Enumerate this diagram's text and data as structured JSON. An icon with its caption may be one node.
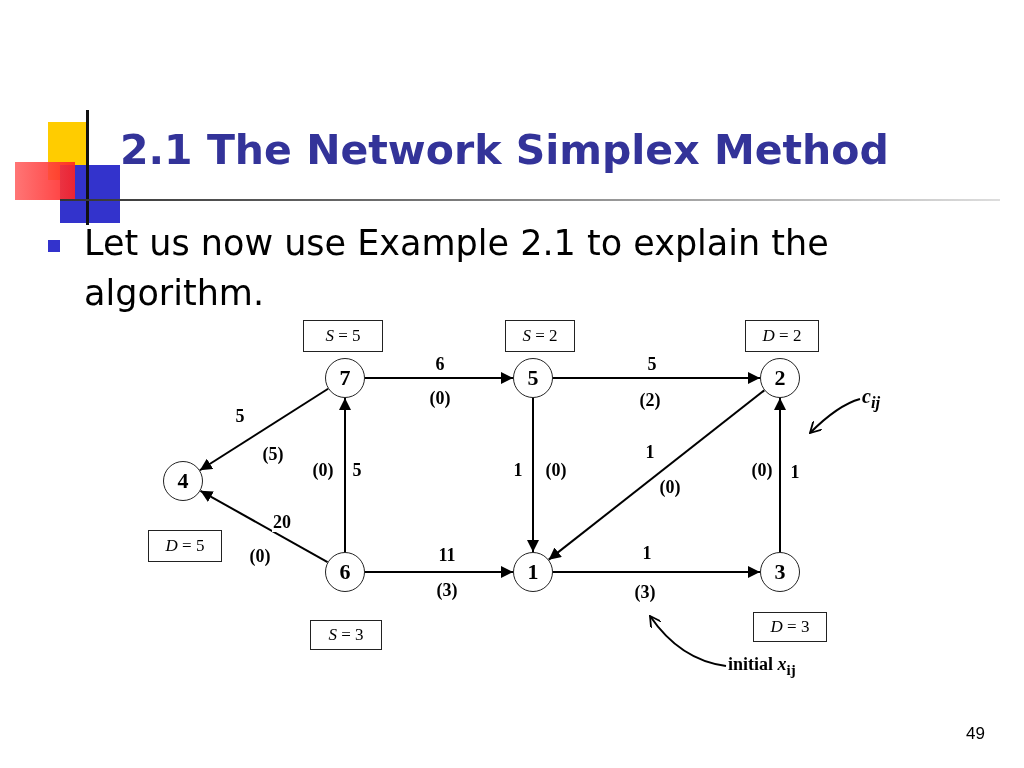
{
  "diagram": {
    "title": "2.1 The Network Simplex Method",
    "nodes": [
      {
        "text": [
          "*S* = 5"
        ]
      },
      {
        "text": [
          "*S* = 2"
        ]
      },
      {
        "text": [
          "*D* = 2"
        ]
      },
      {
        "text": [
          "7"
        ]
      },
      {
        "text": [
          "5"
        ]
      },
      {
        "text": [
          "2"
        ]
      },
      {
        "text": [
          "4"
        ]
      },
      {
        "text": [
          "c$_{ij}$"
        ]
      },
      {
        "text": [
          "*D* = 5"
        ]
      },
      {
        "text": [
          "6"
        ]
      },
      {
        "text": [
          "1"
        ]
      },
      {
        "text": [
          "3"
        ]
      },
      {
        "text": [
          "*S* = 3"
        ]
      },
      {
        "text": [
          "*D* = 3"
        ]
      },
      {
        "text": [
          "initial *x*$_{ij}$"
        ]
      },
      {
        "text": [
          "(3)"
        ]
      }
    ],
    "edges": [
      {
        "from": 3,
        "to": 4,
        "arrow": "to",
        "label": "6"
      },
      {
        "from": 4,
        "to": 5,
        "arrow": "to",
        "label": "5"
      },
      {
        "from": 3,
        "to": 6,
        "arrow": "to",
        "label": "5"
      },
      {
        "from": 4,
        "to": 10,
        "arrow": "to",
        "label": "1"
      },
      {
        "from": 5,
        "to": 10,
        "arrow": "to",
        "label": "1"
      },
      {
        "from": 11,
        "to": 5,
        "arrow": "to",
        "label": "1"
      },
      {
        "from": 9,
        "to": 3,
        "arrow": "to",
        "label": "5"
      },
      {
        "from": 9,
        "to": 6,
        "arrow": "to",
        "label": "20"
      },
      {
        "from": 9,
        "to": 10,
        "arrow": "to",
        "label": "11"
      },
      {
        "from": 10,
        "to": 11,
        "arrow": "to",
        "label": "1"
      },
      {
        "from": 7,
        "to": null,
        "arrow": "to"
      },
      {
        "from": 14,
        "to": 15,
        "arrow": "to"
      }
    ],
    "labels": [
      "Let us now use Example 2.1 to explain the algorithm.",
      "(0)",
      "(2)",
      "(5)",
      "(0)",
      "(0)",
      "(0)",
      "(0)",
      "(0)",
      "(3)",
      "49"
    ]
  }
}
